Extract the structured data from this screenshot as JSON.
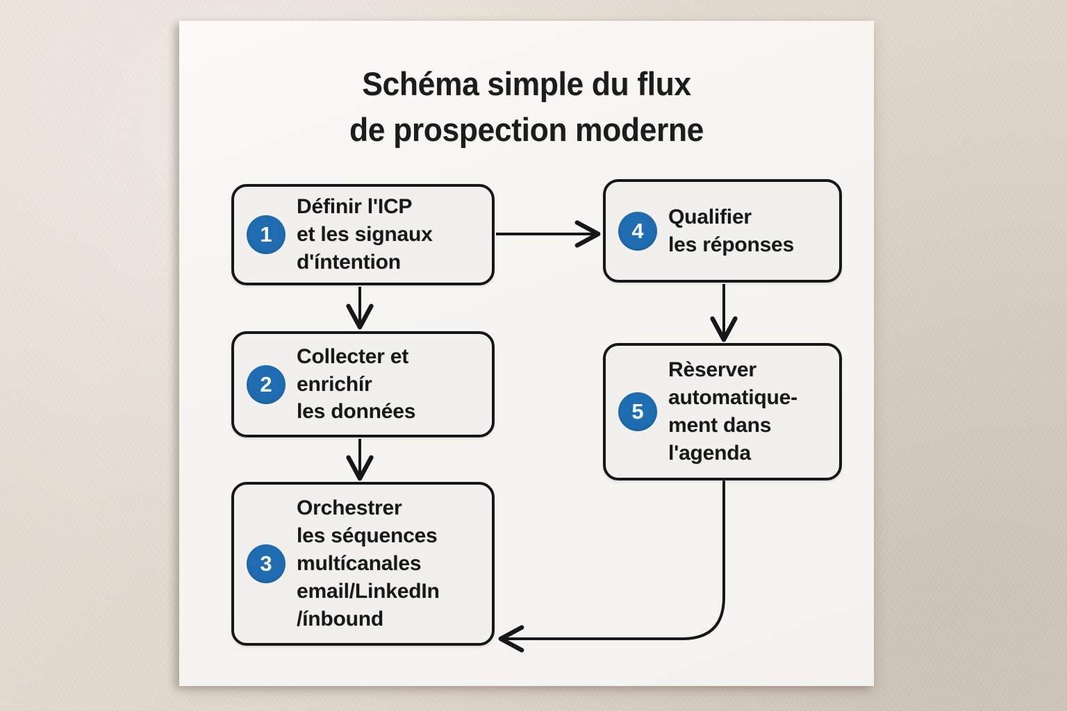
{
  "canvas": {
    "background_color": "#e3dbd0",
    "card_color": "#f7f5f2"
  },
  "title": {
    "text": "Schéma simple du flux\nde prospection moderne"
  },
  "theme": {
    "badge_color": "#1f6cb0",
    "badge_text_color": "#f4f8fb",
    "node_fill": "#f2f0ec",
    "node_border": "#15171a",
    "text_color": "#17181a"
  },
  "diagram": {
    "type": "flowchart",
    "nodes": [
      {
        "id": "1",
        "number": "1",
        "label": "Définir l'ICP\net les signaux\nd'íntention"
      },
      {
        "id": "2",
        "number": "2",
        "label": "Collecter et\nenrichír\nles données"
      },
      {
        "id": "3",
        "number": "3",
        "label": "Orchestrer\nles séquences\nmultícanales\nemail/LinkedIn\n/ínbound"
      },
      {
        "id": "4",
        "number": "4",
        "label": "Qualifier\nles réponses"
      },
      {
        "id": "5",
        "number": "5",
        "label": "Rèserver\nautomatique-\nment dans\nl'agenda"
      }
    ],
    "edges": [
      {
        "from": "1",
        "to": "4",
        "direction": "right"
      },
      {
        "from": "1",
        "to": "2",
        "direction": "down"
      },
      {
        "from": "2",
        "to": "3",
        "direction": "down"
      },
      {
        "from": "4",
        "to": "5",
        "direction": "down"
      },
      {
        "from": "5",
        "to": "3",
        "direction": "loop-back-left"
      }
    ]
  }
}
